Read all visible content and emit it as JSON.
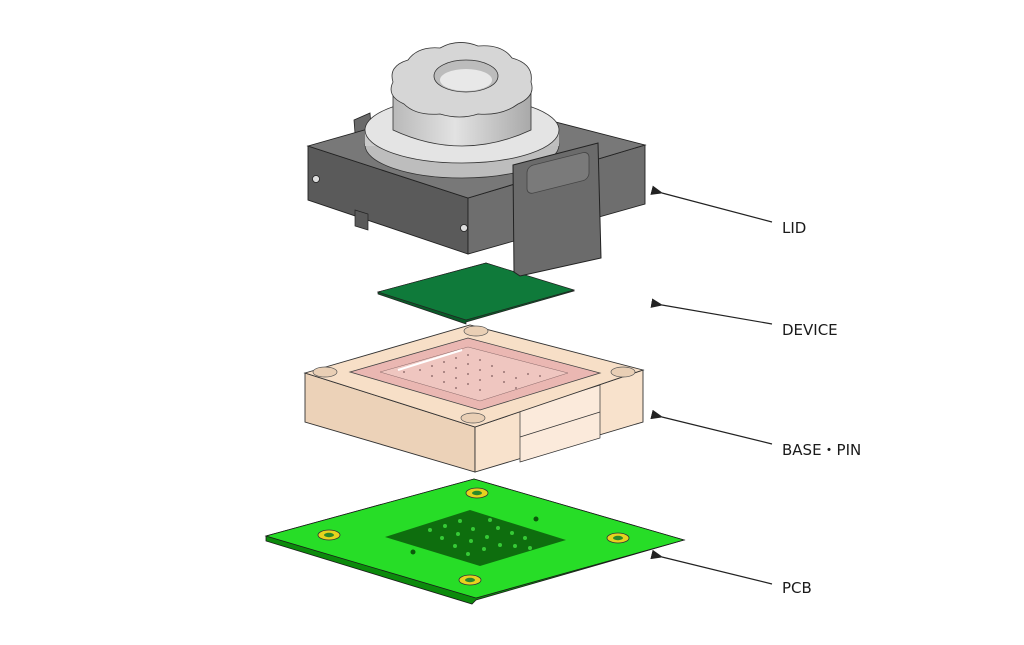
{
  "diagram": {
    "title": "",
    "components": [
      {
        "id": "lid",
        "label": "LID"
      },
      {
        "id": "device",
        "label": "DEVICE"
      },
      {
        "id": "base-pin",
        "label": "BASE・PIN"
      },
      {
        "id": "pcb",
        "label": "PCB"
      }
    ],
    "colors": {
      "lid_body": "#5f5f5f",
      "lid_top": "#7a7a7a",
      "knob": "#c8c8c8",
      "device": "#0f7a3a",
      "base": "#f5dcc4",
      "base_pocket": "#eab7b2",
      "pcb": "#22dd22",
      "pad": "#e6d21e",
      "leader": "#222222"
    }
  }
}
